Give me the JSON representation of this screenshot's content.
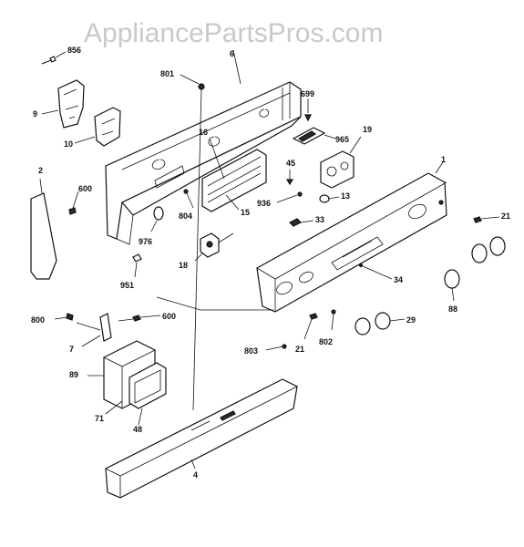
{
  "watermark": "AppliancePartsPros.com",
  "labels": {
    "p856": "856",
    "p801": "801",
    "p6": "6",
    "p699": "699",
    "p9": "9",
    "p10": "10",
    "p965": "965",
    "p19": "19",
    "p15": "15",
    "p1": "1",
    "p2": "2",
    "p600a": "600",
    "p45": "45",
    "p936": "936",
    "p13": "13",
    "p804": "804",
    "p18": "18",
    "p33": "33",
    "p21a": "21",
    "p976": "976",
    "p16": "16",
    "p951": "951",
    "p34": "34",
    "p88": "88",
    "p800": "800",
    "p600b": "600",
    "p7": "7",
    "p803": "803",
    "p21b": "21",
    "p802": "802",
    "p29": "29",
    "p89": "89",
    "p71": "71",
    "p48": "48",
    "p4": "4"
  }
}
